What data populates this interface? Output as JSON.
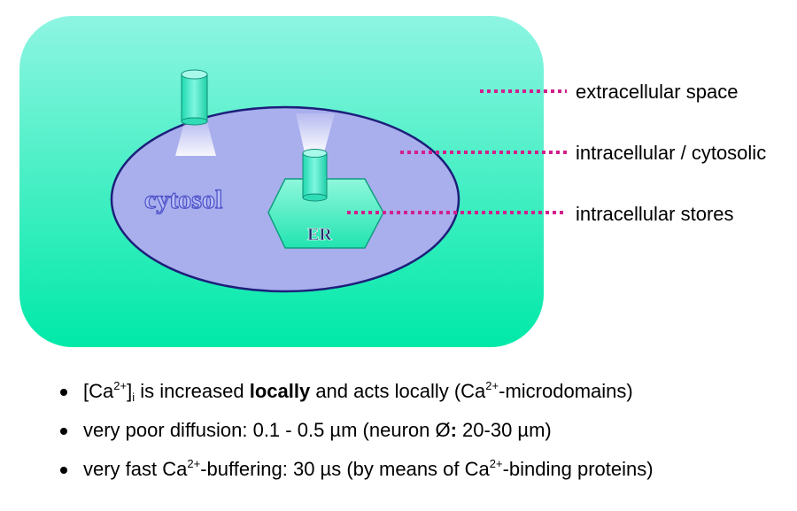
{
  "diagram": {
    "cytosol_label": "cytosol",
    "er_label": "ER",
    "labels": {
      "extracellular": "extracellular space",
      "intracellular": "intracellular / cytosolic",
      "stores": "intracellular stores"
    },
    "colors": {
      "cell_top": "#8ef0e0",
      "cell_bottom": "#00e8a8",
      "cytosol_fill": "#a9aeed",
      "cytosol_stroke": "#1c1f7a",
      "leader_line": "#d0208c",
      "channel": "#3de8c5",
      "er_fill": "#55f0c8"
    }
  },
  "bullets": [
    {
      "prefix": "[Ca",
      "sup1": "2+",
      "mid1": "]",
      "sub1": "i",
      "mid2": " is increased ",
      "bold": "locally",
      "mid3": " and acts locally (Ca",
      "sup2": "2+",
      "end": "-microdomains)"
    },
    {
      "text": "very poor diffusion: 0.1 - 0.5 µm (neuron Ø",
      "bold": ":",
      "end": " 20-30 µm)"
    },
    {
      "prefix": "very fast Ca",
      "sup1": "2+",
      "mid1": "-buffering: 30 µs (by means of Ca",
      "sup2": "2+",
      "end": "-binding proteins)"
    }
  ]
}
